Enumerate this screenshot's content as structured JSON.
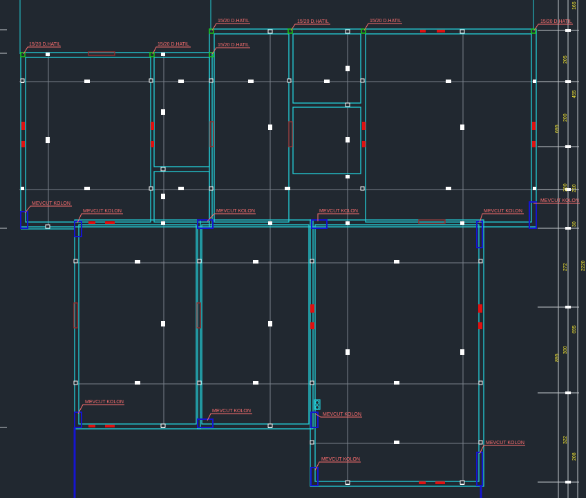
{
  "colors": {
    "background": "#212830",
    "wall": "#22d3dc",
    "grid": "#808891",
    "dim": "#c8ccd0",
    "label": "#ff6f6f",
    "dimtext": "#f2e533",
    "column": "#1010c8",
    "hatil": "#19c519",
    "opening": "#e01010",
    "dark_opening": "#7a2020",
    "marker": "#ffffff"
  },
  "labels": {
    "hatil": "15/20 D.HATIL",
    "kolon": "MEVCUT KOLON"
  },
  "dimensions": {
    "d165": "165",
    "d205": "205",
    "d455": "455",
    "d200": "200",
    "d695a": "695",
    "d290": "290",
    "d210": "210",
    "d30": "30",
    "d272": "272",
    "d2220": "2220",
    "d695b": "695",
    "d300": "300",
    "d895": "895",
    "d322": "322",
    "d208": "208"
  }
}
